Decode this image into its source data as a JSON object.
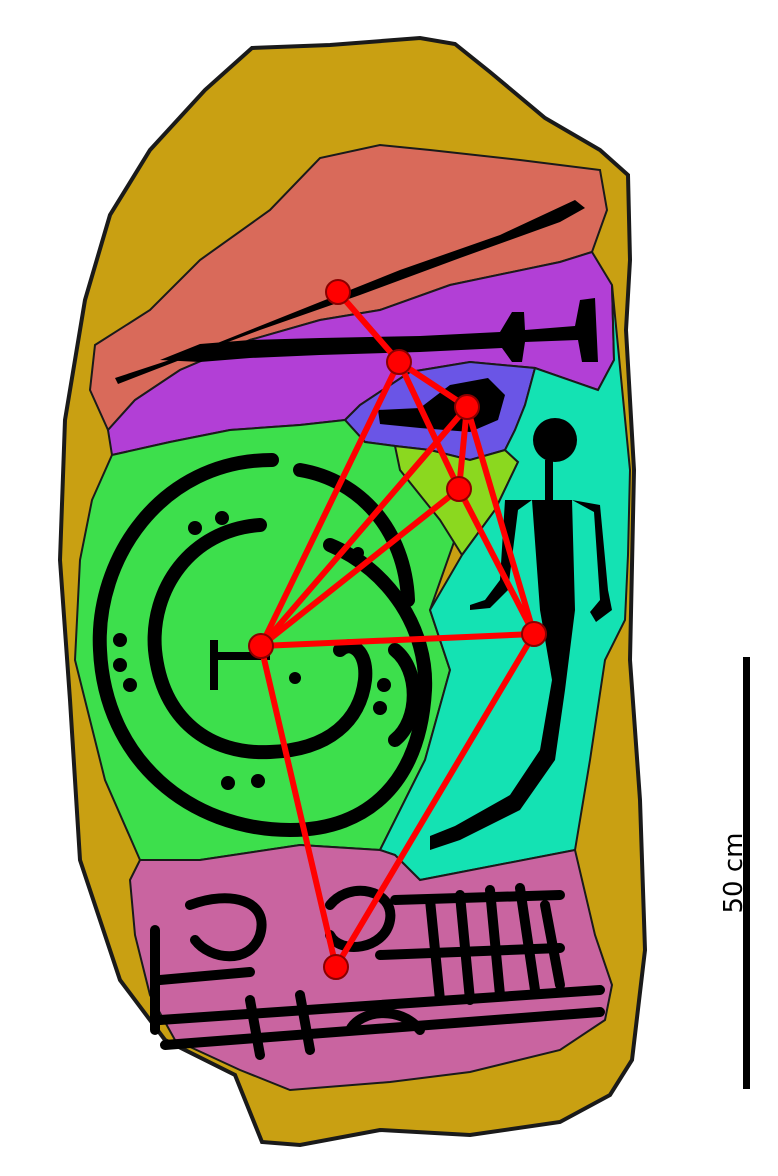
{
  "figure": {
    "colors": {
      "rock": "#c9a012",
      "red_panel": "#d96a5a",
      "purple_panel": "#b23fd6",
      "blue_panel": "#6a55e6",
      "green_panel": "#3ddf4c",
      "lime_panel": "#8bd81f",
      "teal_panel": "#14e2b3",
      "pink_panel": "#c964a0",
      "outline": "#1a1a1a",
      "engraving": "#000000",
      "network_edge": "#ff0000",
      "node_fill": "#ff0000",
      "node_stroke": "#8a0000"
    },
    "panels": [
      "red-panel-region",
      "purple-panel-region",
      "blue-panel-region",
      "green-panel-region",
      "lime-panel-region",
      "teal-panel-region",
      "pink-panel-region"
    ],
    "network": {
      "nodes": [
        "n1",
        "n2",
        "n3",
        "n4",
        "n5",
        "n6",
        "n7"
      ],
      "edges": [
        [
          "n1",
          "n2"
        ],
        [
          "n2",
          "n3"
        ],
        [
          "n2",
          "n4"
        ],
        [
          "n3",
          "n4"
        ],
        [
          "n2",
          "n5"
        ],
        [
          "n3",
          "n5"
        ],
        [
          "n4",
          "n5"
        ],
        [
          "n3",
          "n6"
        ],
        [
          "n4",
          "n6"
        ],
        [
          "n5",
          "n6"
        ],
        [
          "n5",
          "n7"
        ],
        [
          "n6",
          "n7"
        ]
      ]
    },
    "scale_bar": {
      "label": "50 cm"
    }
  }
}
